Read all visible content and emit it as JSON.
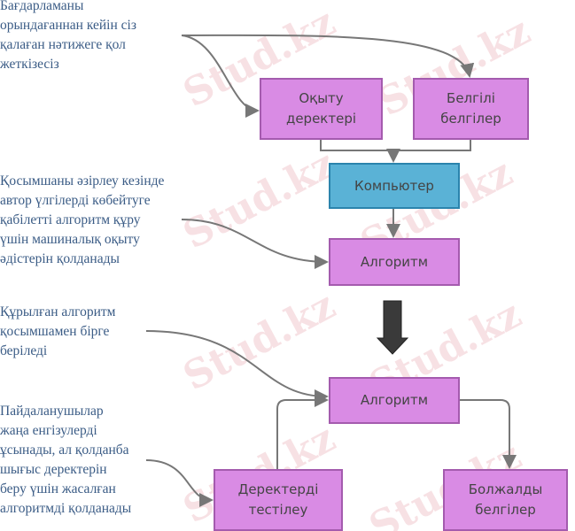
{
  "watermark": "Stud.kz",
  "notes": [
    "Бағдарламаны\nорындағаннан кейін сіз\nқалаған нәтижеге қол\nжеткізесіз",
    "Қосымшаны әзірлеу кезінде\nавтор үлгілерді көбейтуге\nқабілетті алгоритм құру\nүшін машиналық оқыту\nәдістерін қолданады",
    "Құрылған алгоритм\nқосымшамен бірге\nберіледі",
    "Пайдаланушылар\nжаңа енгізулерді\nұсынады, ал қолданба\nшығыс деректерін\nберу үшін жасалған\nалгоритмді қолданады"
  ],
  "boxes": {
    "training_data": "Оқыту\nдеректері",
    "known_labels": "Белгілі\nбелгілер",
    "computer": "Компьютер",
    "algorithm_1": "Алгоритм",
    "algorithm_2": "Алгоритм",
    "test_data": "Деректерді\nтестілеу",
    "predicted_labels": "Болжалды\nбелгілер"
  },
  "colors": {
    "box_purple": "#d98be4",
    "box_blue": "#5ab2d6",
    "connector": "#777777",
    "note_text": "#3b5c86"
  }
}
